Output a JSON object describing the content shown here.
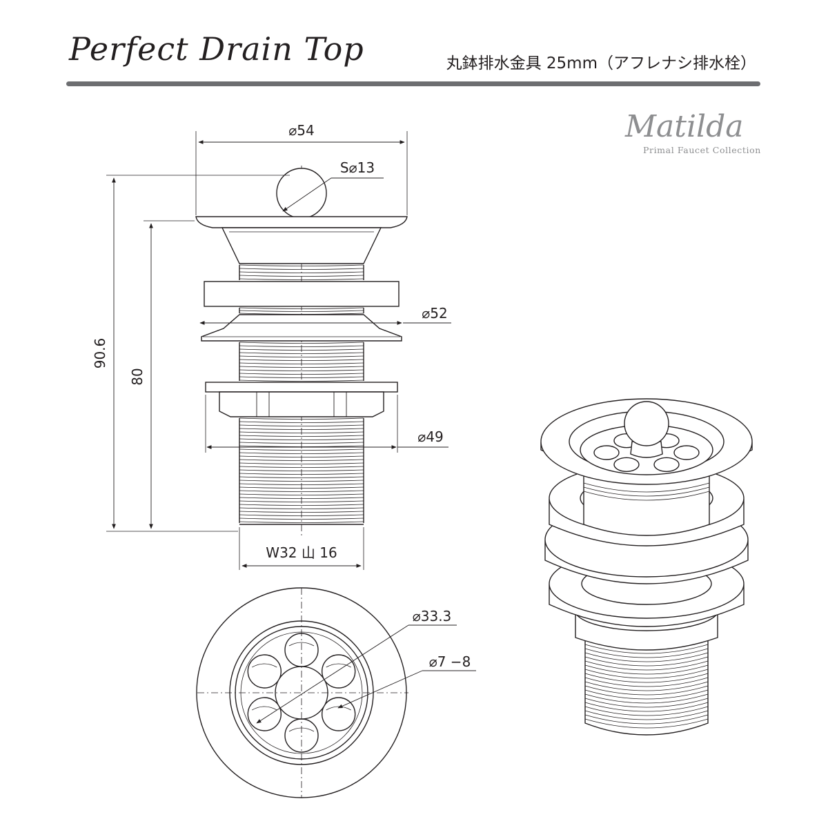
{
  "header": {
    "title": "Perfect Drain Top",
    "subtitle": "丸鉢排水金具 25mm（アフレナシ排水栓）"
  },
  "brand": {
    "name": "Matilda",
    "tagline": "Primal Faucet Collection"
  },
  "side_view": {
    "dim_top_diameter": "⌀54",
    "dim_knob": "S⌀13",
    "dim_flange_diameter": "⌀52",
    "dim_nut_diameter": "⌀49",
    "dim_total_height": "90.6",
    "dim_body_height": "80",
    "dim_thread": "W32 山 16"
  },
  "top_view": {
    "dim_strainer": "⌀33.3",
    "dim_holes": "⌀7 −8"
  },
  "colors": {
    "line": "#231f20",
    "rule": "#6d6e71",
    "brand": "#8d8e90"
  }
}
